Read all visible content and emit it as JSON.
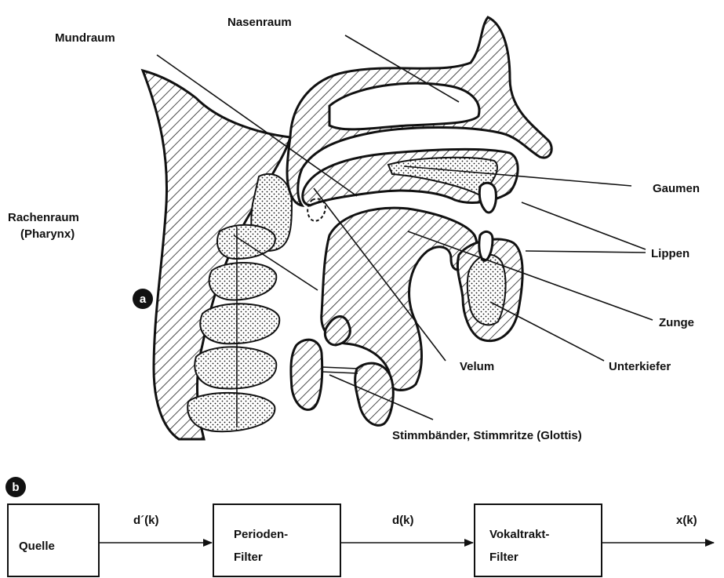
{
  "anatomy": {
    "labels": {
      "nasenraum": "Nasenraum",
      "mundraum": "Mundraum",
      "gaumen": "Gaumen",
      "rachenraum_1": "Rachenraum",
      "rachenraum_2": "(Pharynx)",
      "lippen": "Lippen",
      "zunge": "Zunge",
      "velum": "Velum",
      "unterkiefer": "Unterkiefer",
      "glottis": "Stimmbänder, Stimmritze (Glottis)"
    },
    "marker": "a"
  },
  "block_diagram": {
    "marker": "b",
    "blocks": [
      {
        "line1": "Quelle",
        "line2": ""
      },
      {
        "line1": "Perioden-",
        "line2": "Filter"
      },
      {
        "line1": "Vokaltrakt-",
        "line2": "Filter"
      }
    ],
    "signals": [
      "d´(k)",
      "d(k)",
      "x(k)"
    ]
  }
}
